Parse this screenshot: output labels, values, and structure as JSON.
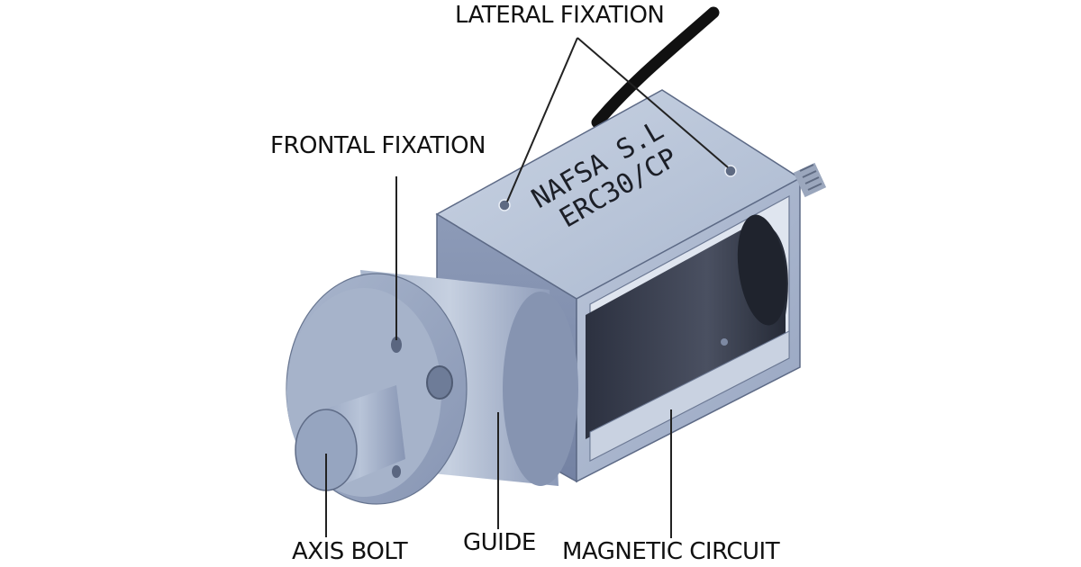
{
  "diagram": {
    "labels": {
      "lateral_fixation": "LATERAL FIXATION",
      "frontal_fixation": "FRONTAL FIXATION",
      "axis_bolt": "AXIS BOLT",
      "guide": "GUIDE",
      "magnetic_circuit": "MAGNETIC CIRCUIT"
    },
    "housing_text": {
      "line1": "NAFSA S.L",
      "line2": "ERC30/CP"
    }
  }
}
